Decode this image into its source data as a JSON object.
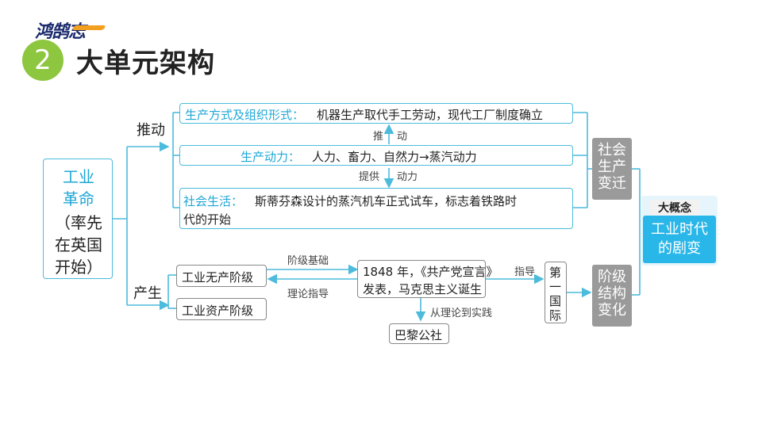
{
  "header": {
    "logo_text": "鸿鹄志",
    "section_number": "2",
    "title": "大单元架构"
  },
  "root": {
    "line1": "工业",
    "line2": "革命",
    "line3": "（率先",
    "line4": "在英国",
    "line5": "开始）"
  },
  "branch_labels": {
    "push": "推动",
    "produce": "产生"
  },
  "rows": {
    "production": {
      "label": "生产方式及组织形式：",
      "text": "机器生产取代手工劳动，现代工厂制度确立"
    },
    "arrow1": {
      "left": "推",
      "right": "动"
    },
    "power": {
      "label": "生产动力：",
      "text": "人力、畜力、自然力→蒸汽动力"
    },
    "arrow2": {
      "left": "提供",
      "right": "动力"
    },
    "social": {
      "label": "社会生活：",
      "text1": "斯蒂芬森设计的蒸汽机车正式试车，标志着铁路时",
      "text2": "代的开始"
    }
  },
  "classes": {
    "proletariat": "工业无产阶级",
    "bourgeoisie": "工业资产阶级"
  },
  "manifesto": {
    "line1": "1848 年，《共产党宣言》",
    "line2": "发表，马克思主义诞生"
  },
  "edge_labels": {
    "class_basis": "阶级基础",
    "theory_guide": "理论指导",
    "guide": "指导",
    "theory_practice": "从理论到实践"
  },
  "paris": "巴黎公社",
  "first_intl": {
    "c1": "第",
    "c2": "一",
    "c3": "国",
    "c4": "际"
  },
  "grey_boxes": {
    "social_change": {
      "l1": "社会",
      "l2": "生产",
      "l3": "变迁"
    },
    "class_change": {
      "l1": "阶级",
      "l2": "结构",
      "l3": "变化"
    }
  },
  "big_concept": {
    "tag": "大概念",
    "line1": "工业时代",
    "line2": "的剧变"
  },
  "colors": {
    "accent": "#1ea7d6",
    "border": "#4dbbdc",
    "grey": "#9a9a9a",
    "green": "#8dc63f"
  }
}
